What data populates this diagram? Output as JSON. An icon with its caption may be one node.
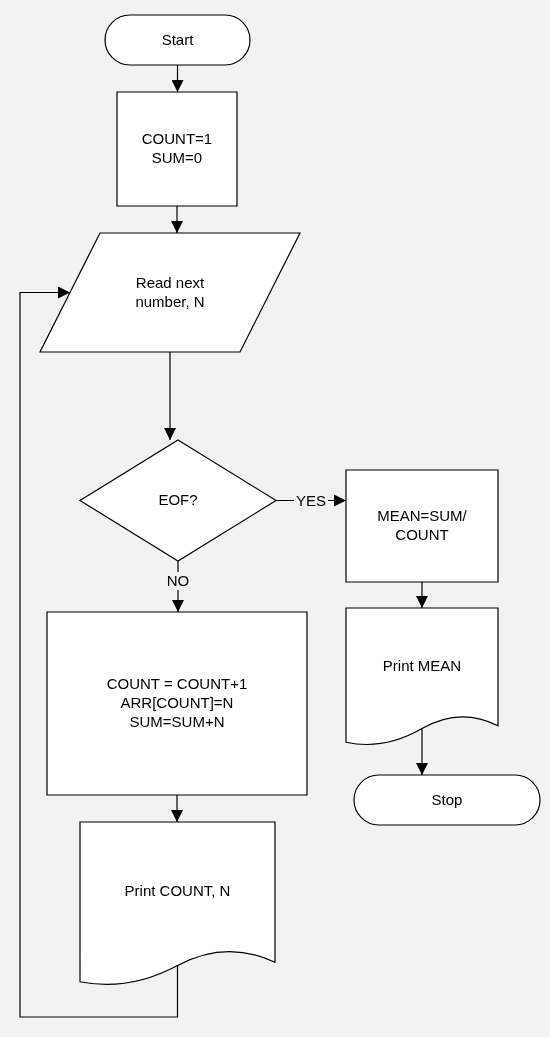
{
  "diagram": {
    "nodes": [
      {
        "text": [
          "Start"
        ]
      },
      {
        "text": [
          "COUNT=1",
          "SUM=0"
        ]
      },
      {
        "text": [
          "Read next number, N"
        ]
      },
      {
        "text": [
          "EOF?"
        ]
      },
      {
        "text": [
          "MEAN=SUM/COUNT"
        ]
      },
      {
        "text": [
          "Print MEAN"
        ]
      },
      {
        "text": [
          "Stop"
        ]
      },
      {
        "text": [
          "COUNT = COUNT+1",
          "ARR[COUNT]=N",
          "SUM=SUM+N"
        ]
      },
      {
        "text": [
          "Print COUNT, N"
        ]
      }
    ],
    "edges": [
      {
        "from": 0,
        "to": 1,
        "arrow": "to"
      },
      {
        "from": 1,
        "to": 2,
        "arrow": "to"
      },
      {
        "from": 2,
        "to": 3,
        "arrow": "to"
      },
      {
        "from": 3,
        "to": 4,
        "arrow": "to",
        "label": "YES"
      },
      {
        "from": 4,
        "to": 5,
        "arrow": "to"
      },
      {
        "from": 5,
        "to": 6,
        "arrow": "to"
      },
      {
        "from": 3,
        "to": 7,
        "arrow": "to",
        "label": "NO"
      },
      {
        "from": 7,
        "to": 8,
        "arrow": "to"
      },
      {
        "from": 8,
        "to": 2,
        "arrow": "to"
      }
    ]
  }
}
